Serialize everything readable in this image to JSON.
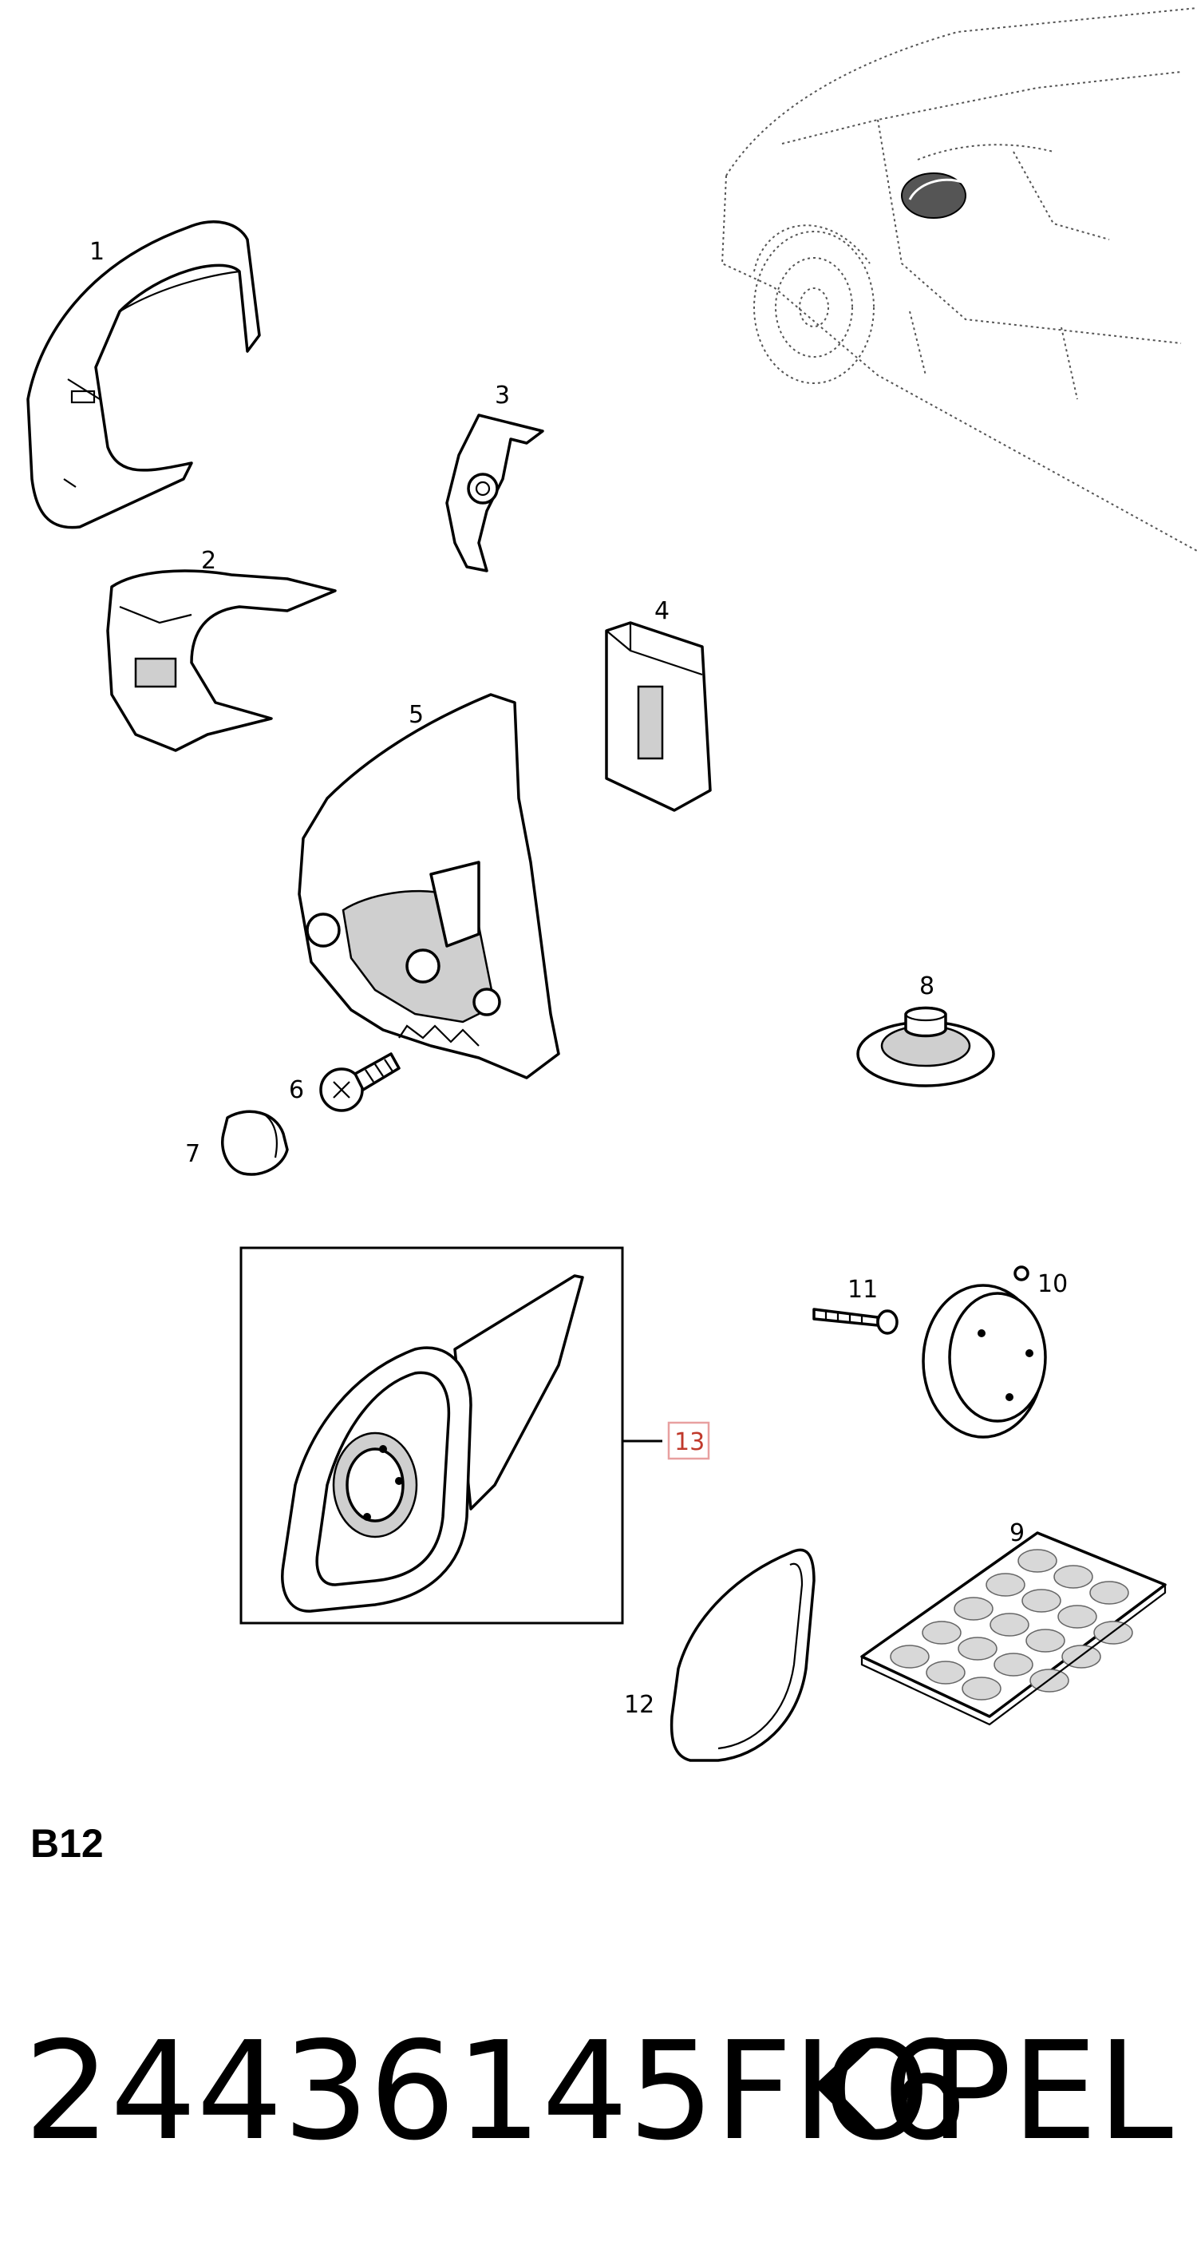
{
  "callouts": {
    "p1": "1",
    "p2": "2",
    "p3": "3",
    "p4": "4",
    "p5": "5",
    "p6": "6",
    "p7": "7",
    "p8": "8",
    "p9": "9",
    "p10": "10",
    "p11": "11",
    "p12": "12",
    "p13": "13"
  },
  "group_code": "B12",
  "footer": {
    "part_number": "24436145FK6",
    "brand": "OPEL"
  },
  "colors": {
    "highlight": "#c0392b",
    "highlight_box": "#e8a0a0",
    "line": "#000000"
  }
}
